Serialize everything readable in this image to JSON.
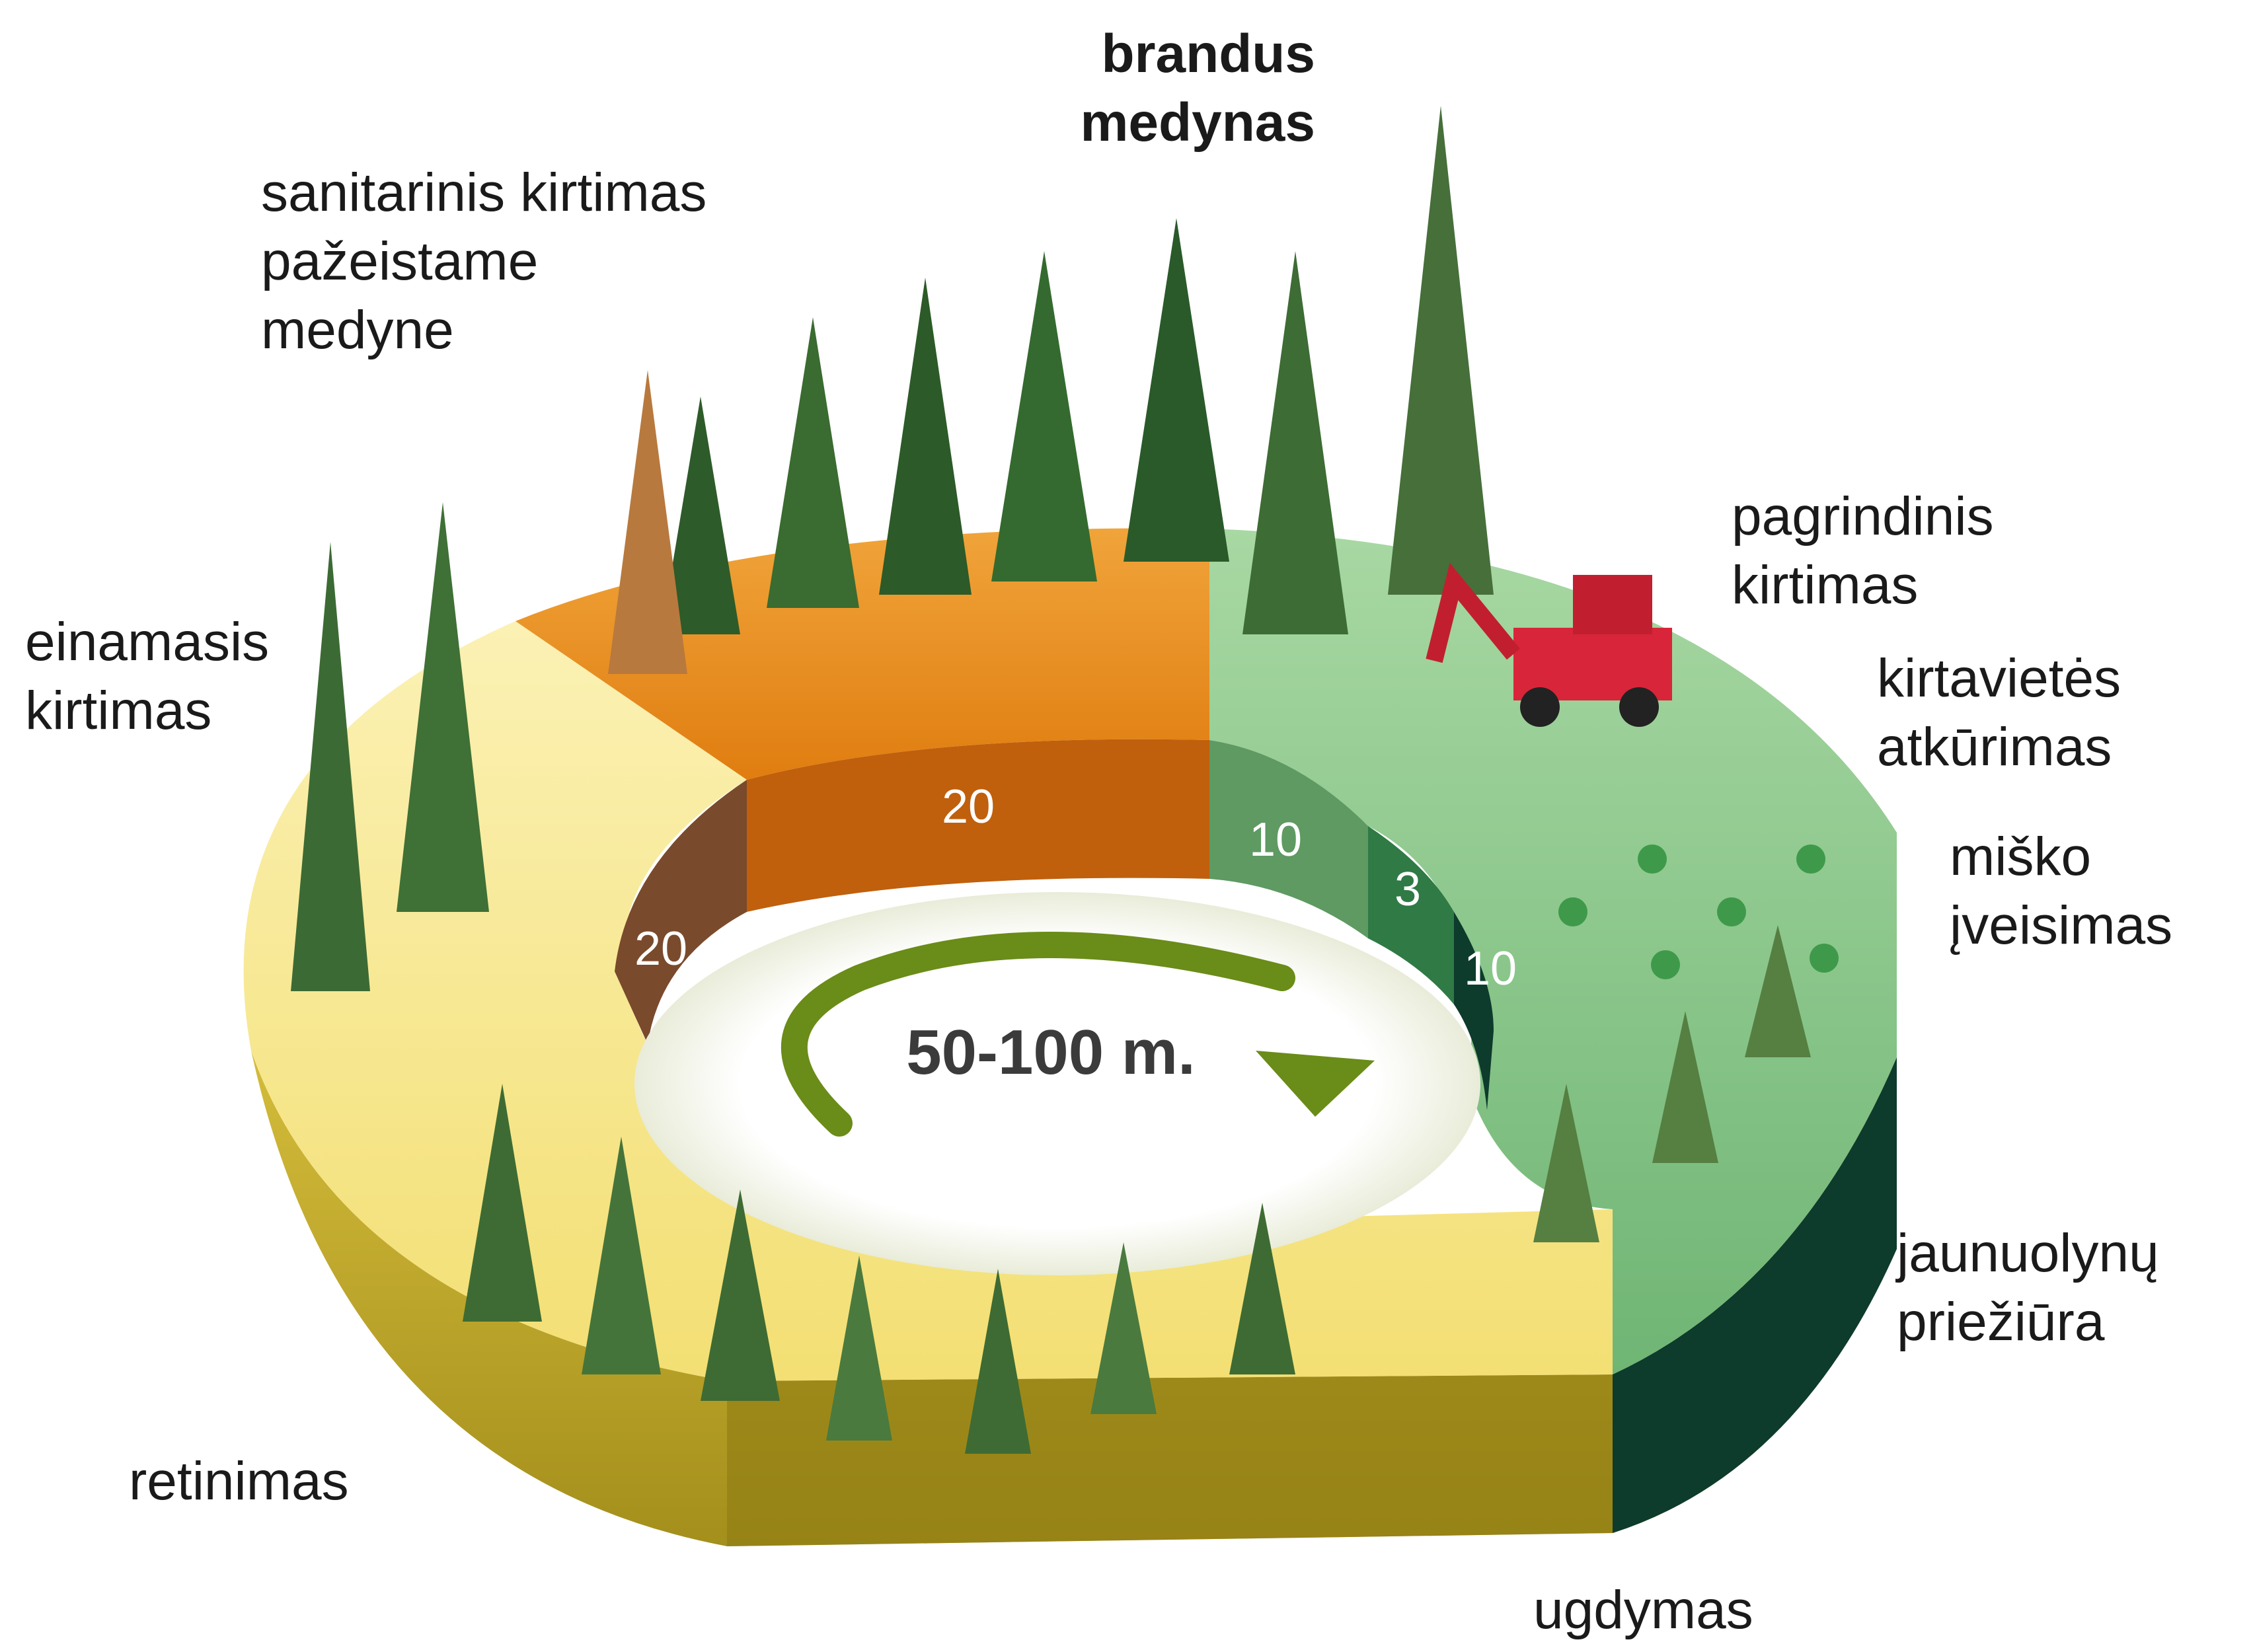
{
  "diagram": {
    "cycle_label": "50-100 m.",
    "stages": {
      "mature_stand": [
        "brandus",
        "medynas"
      ],
      "sanitary_cutting": [
        "sanitarinis kirtimas",
        "pažeistame",
        "medyne"
      ],
      "current_cutting": [
        "einamasis",
        "kirtimas"
      ],
      "final_felling": [
        "pagrindinis",
        "kirtimas"
      ],
      "site_restoration": [
        "kirtavietės",
        "atkūrimas"
      ],
      "forest_planting": [
        "miško",
        "įveisimas"
      ],
      "young_stand_care": [
        "jaunuolynų",
        "priežiūra"
      ],
      "thinning": "retinimas",
      "tending": "ugdymas"
    },
    "segment_durations": {
      "brown": "20",
      "orange": "20",
      "light_green": "10",
      "mid_green": "3",
      "dark_green": "10"
    },
    "colors": {
      "brown": "#7a4a2c",
      "orange": "#c9690e",
      "orange_top": "#e58a18",
      "light_green": "#5e9a62",
      "mid_green": "#2f7a45",
      "dark_green": "#0d3b2c",
      "yellow_top": "#f6e486",
      "yellow_side": "#c8b12c",
      "green_top": "#8dc98b",
      "arrow": "#6a8c18"
    }
  }
}
